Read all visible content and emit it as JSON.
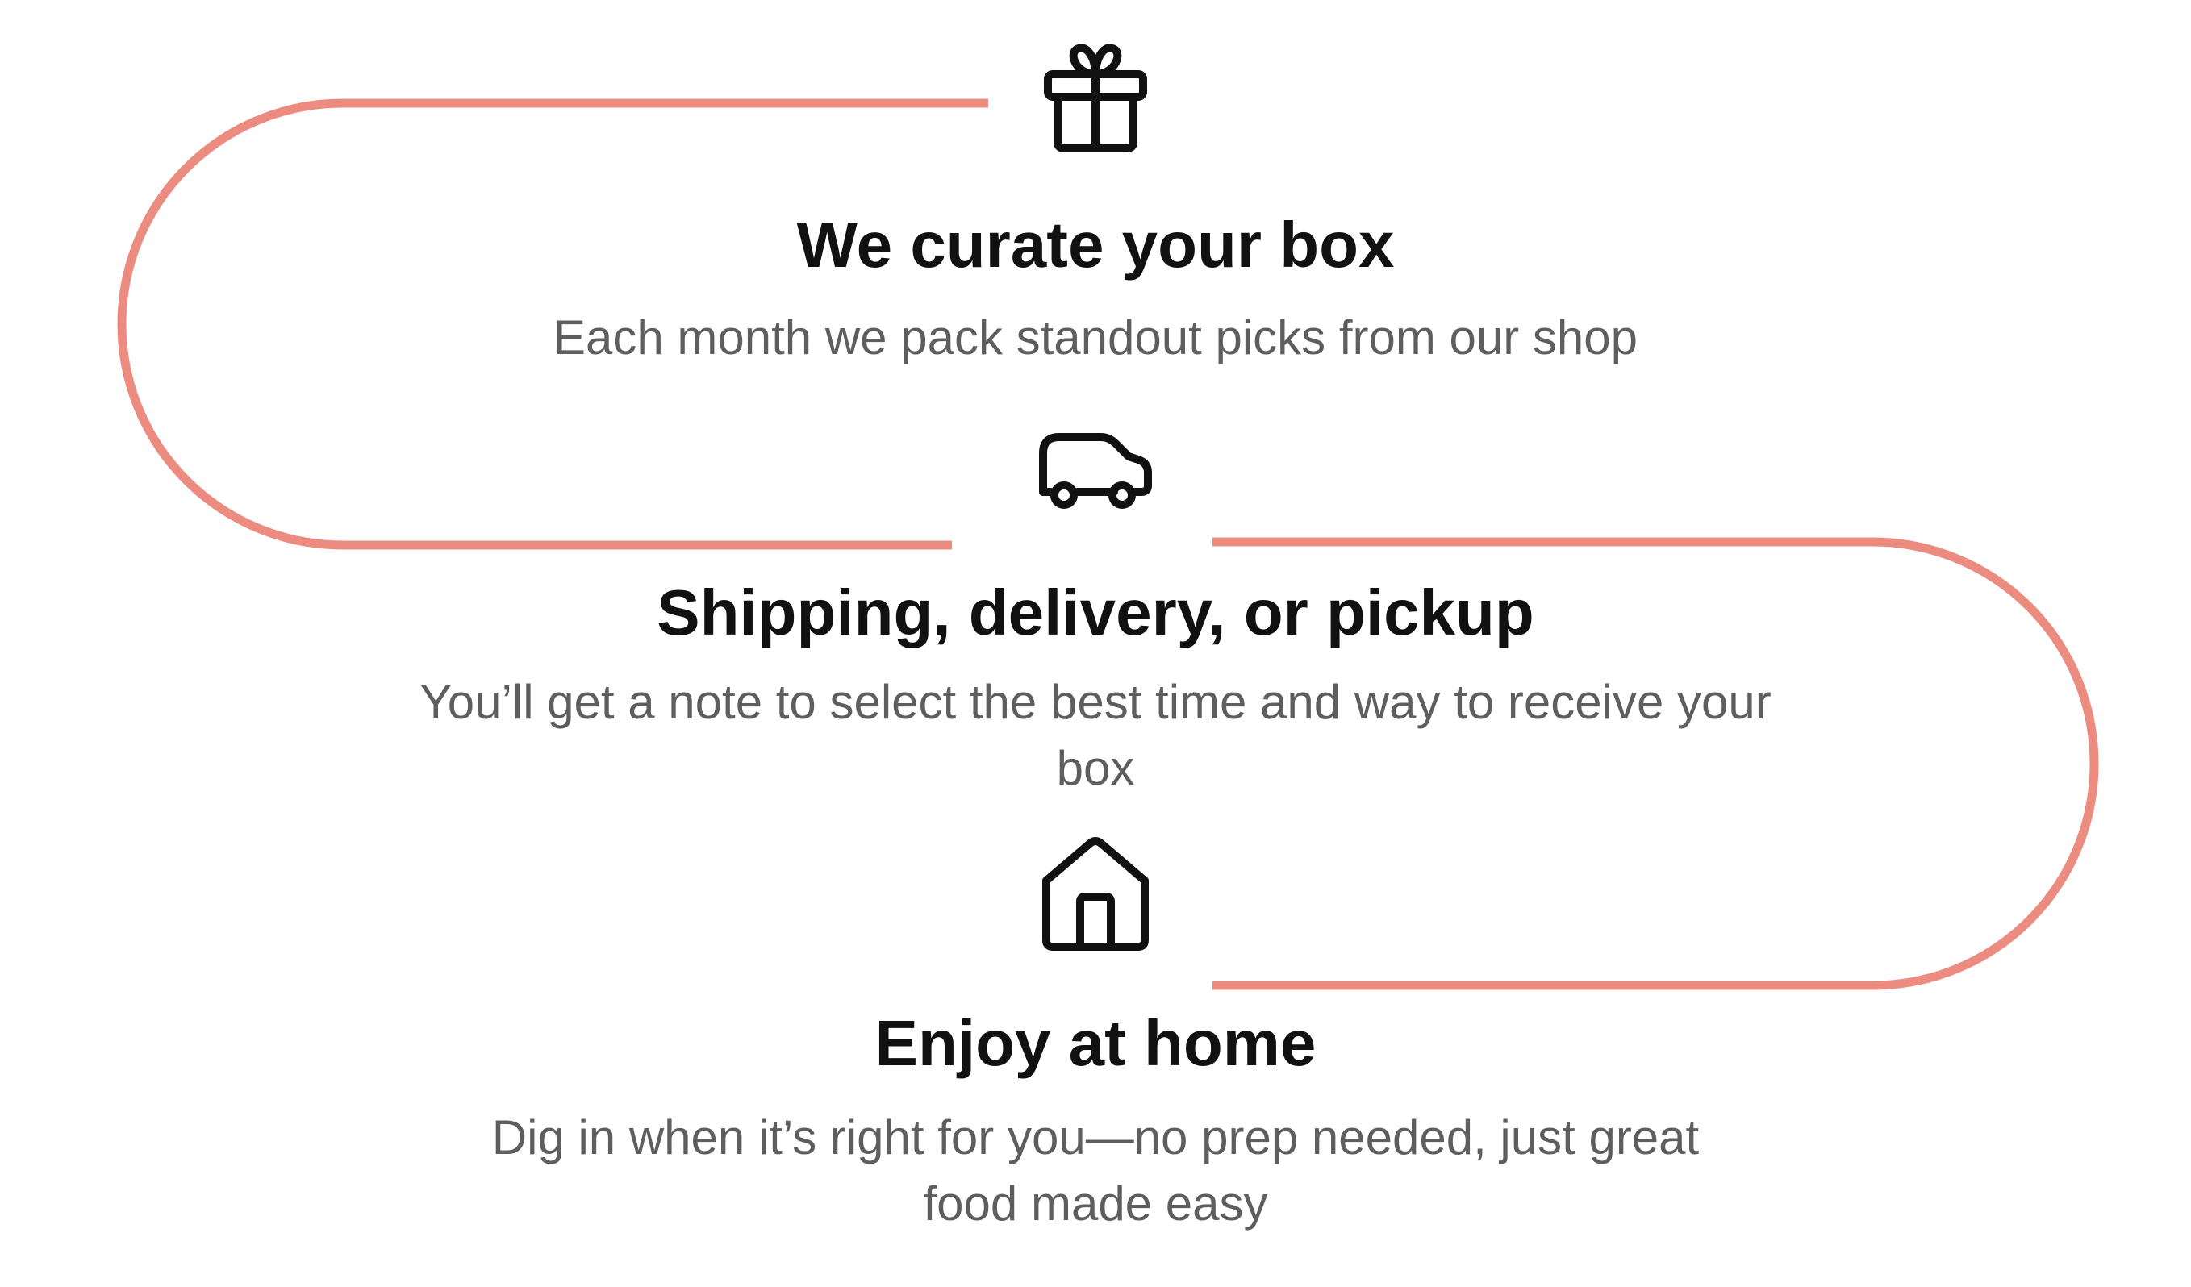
{
  "colors": {
    "route": "#ec8c80",
    "heading": "#111111",
    "body": "#5e5e5e",
    "icon": "#111111"
  },
  "steps": [
    {
      "icon": "gift-icon",
      "title": "We curate your box",
      "description": "Each month we pack standout picks from our shop"
    },
    {
      "icon": "car-icon",
      "title": "Shipping, delivery, or pickup",
      "description": "You’ll get a note to select the best time and way to receive your box"
    },
    {
      "icon": "home-icon",
      "title": "Enjoy at home",
      "description": "Dig in when it’s right for you—no prep needed, just great food made easy"
    }
  ]
}
